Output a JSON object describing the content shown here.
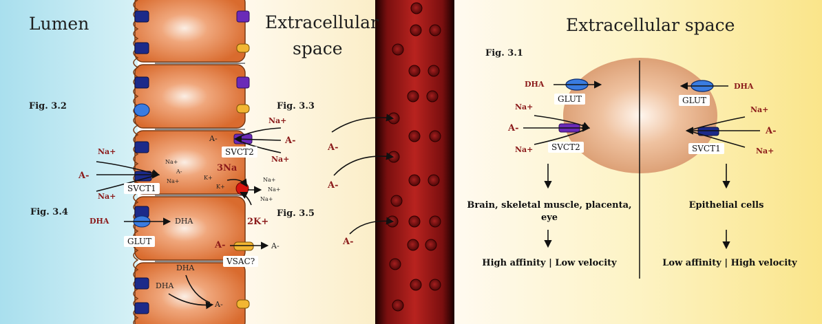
{
  "left_panel": {
    "lumen": "Lumen",
    "extracellular_space": [
      "Extracellular",
      "space"
    ],
    "fig_3_2": "Fig. 3.2",
    "fig_3_3": "Fig. 3.3",
    "fig_3_4": "Fig. 3.4",
    "fig_3_5": "Fig. 3.5",
    "na_plus": "Na+",
    "a_minus": "A-",
    "dha": "DHA",
    "three_na": "3Na",
    "two_k": "2K+",
    "k_plus": "K+",
    "svct1": "SVCT1",
    "svct2": "SVCT2",
    "glut": "GLUT",
    "vsac": "VSAC?"
  },
  "vessel_labels": {
    "a_minus": "A-"
  },
  "right_panel": {
    "extracellular_space": "Extracellular space",
    "fig_3_1": "Fig. 3.1",
    "dha": "DHA",
    "na_plus": "Na+",
    "a_minus": "A-",
    "glut": "GLUT",
    "svct2": "SVCT2",
    "svct1": "SVCT1",
    "left_target": [
      "Brain, skeletal muscle, placenta,",
      "eye"
    ],
    "right_target": "Epithelial cells",
    "left_kinetics": "High affinity | Low velocity",
    "right_kinetics": "Low affinity | High velocity"
  },
  "colors": {
    "lumen": "#bde6f0",
    "cell": "#e07b3e",
    "vessel": "#a11b1b",
    "right_bg": "#fbe9a0",
    "accent_red": "#8b1a1a"
  }
}
